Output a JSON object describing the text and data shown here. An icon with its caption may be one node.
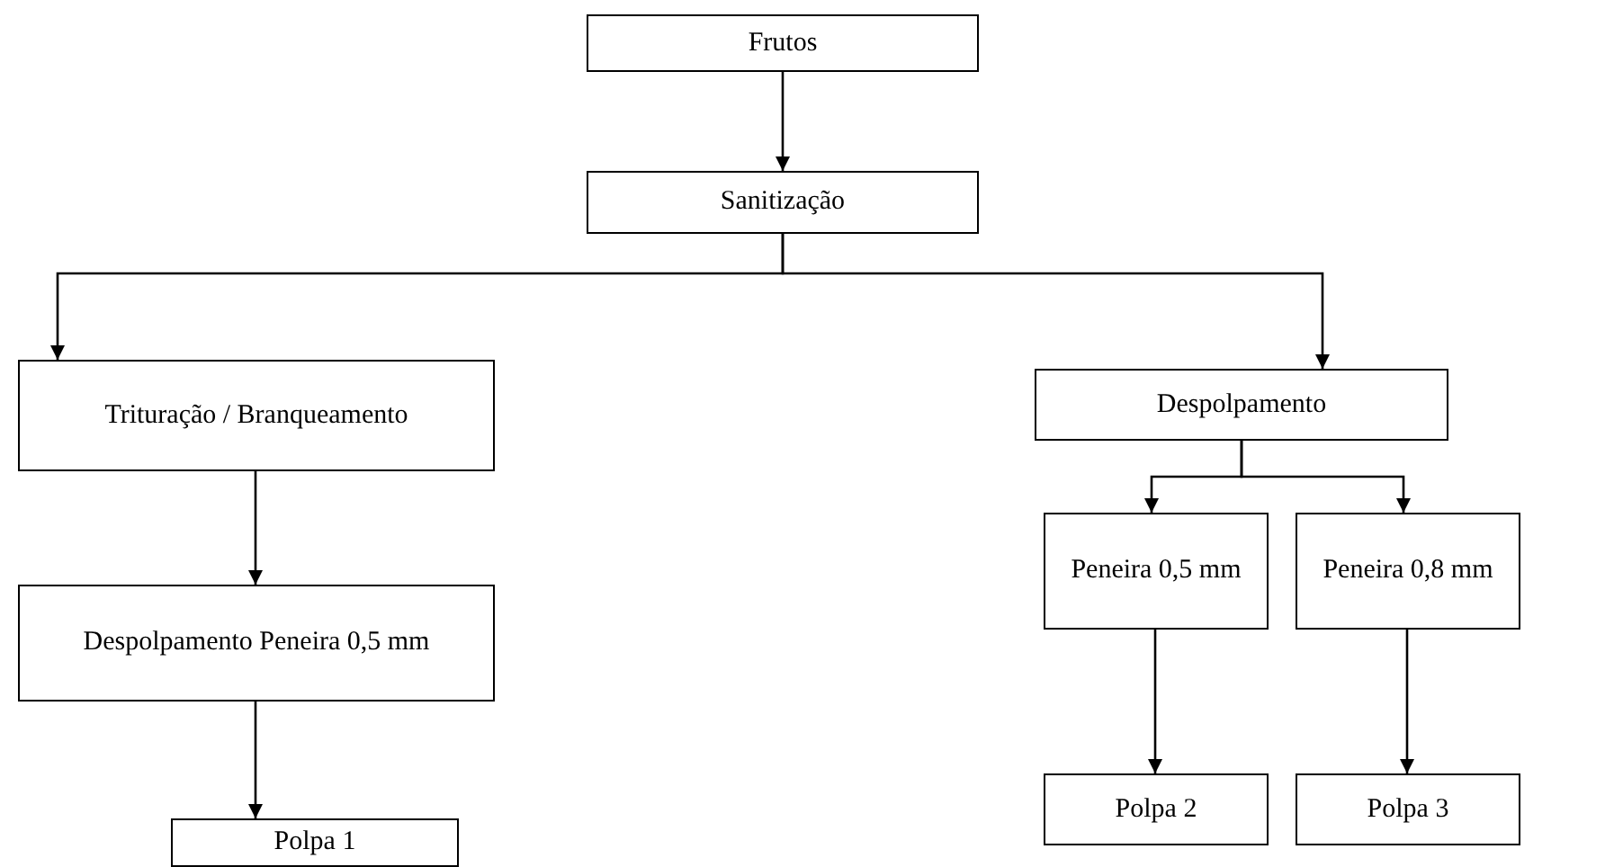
{
  "diagram": {
    "nodes": [
      {
        "text": [
          "Frutos"
        ]
      },
      {
        "text": [
          "Sanitização"
        ]
      },
      {
        "text": [
          "Trituração / Branqueamento"
        ]
      },
      {
        "text": [
          "Despolpamento"
        ]
      },
      {
        "text": [
          "Despolpamento Peneira 0,5 mm"
        ]
      },
      {
        "text": [
          "Peneira 0,5 mm"
        ]
      },
      {
        "text": [
          "Peneira 0,8 mm"
        ]
      },
      {
        "text": [
          "Polpa 1"
        ]
      },
      {
        "text": [
          "Polpa 2"
        ]
      },
      {
        "text": [
          "Polpa 3"
        ]
      }
    ],
    "edges": [
      {
        "from": 0,
        "to": 1,
        "arrow": "to"
      },
      {
        "from": 1,
        "to": 2,
        "arrow": "to"
      },
      {
        "from": 1,
        "to": 3,
        "arrow": "to"
      },
      {
        "from": 2,
        "to": 4,
        "arrow": "to"
      },
      {
        "from": 3,
        "to": 5,
        "arrow": "to"
      },
      {
        "from": 3,
        "to": 6,
        "arrow": "to"
      },
      {
        "from": 4,
        "to": 7,
        "arrow": "to"
      },
      {
        "from": 5,
        "to": 8,
        "arrow": "to"
      },
      {
        "from": 6,
        "to": 9,
        "arrow": "to"
      }
    ]
  }
}
